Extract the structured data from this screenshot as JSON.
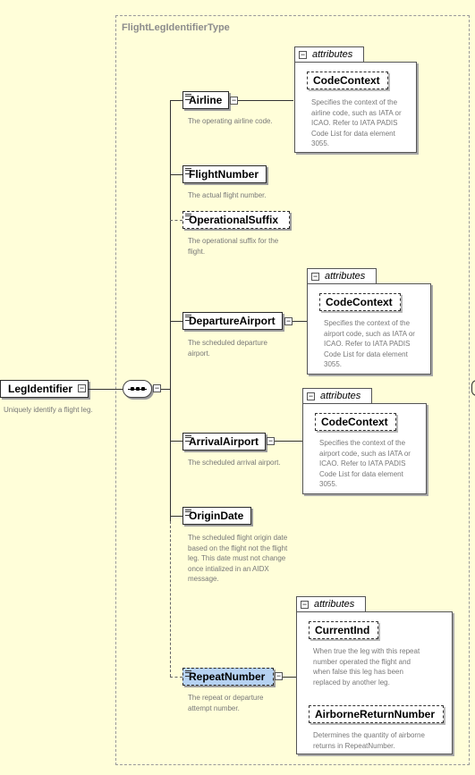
{
  "root": {
    "name": "LegIdentifier",
    "description": "Uniquely identify a flight leg."
  },
  "type_name": "FlightLegIdentifierType",
  "attributes_label": "attributes",
  "elements": [
    {
      "name": "Airline",
      "description": "The operating airline code."
    },
    {
      "name": "FlightNumber",
      "description": "The actual flight number."
    },
    {
      "name": "OperationalSuffix",
      "description": "The operational suffix for the flight."
    },
    {
      "name": "DepartureAirport",
      "description": "The scheduled departure airport."
    },
    {
      "name": "ArrivalAirport",
      "description": "The scheduled arrival airport."
    },
    {
      "name": "OriginDate",
      "description": "The scheduled flight origin date based on the flight not the flight leg.  This date must not change once intialized in an AIDX message."
    },
    {
      "name": "RepeatNumber",
      "description": "The repeat or departure attempt number."
    }
  ],
  "attribute_groups": {
    "airline": [
      {
        "name": "CodeContext",
        "description": "Specifies the context of the airline code, such as IATA or ICAO.  Refer to IATA PADIS Code List for data element 3055."
      }
    ],
    "departure": [
      {
        "name": "CodeContext",
        "description": "Specifies the context of the airport code, such as IATA or ICAO.  Refer to IATA PADIS Code List for data element 3055."
      }
    ],
    "arrival": [
      {
        "name": "CodeContext",
        "description": "Specifies the context of the airport code, such as IATA or ICAO.  Refer to IATA PADIS Code List for data element 3055."
      }
    ],
    "repeat": [
      {
        "name": "CurrentInd",
        "description": "When true the leg with this repeat number operated the flight and when  false this leg has been replaced by another leg."
      },
      {
        "name": "AirborneReturnNumber",
        "description": "Determines the quantity of airborne returns in RepeatNumber."
      }
    ]
  }
}
